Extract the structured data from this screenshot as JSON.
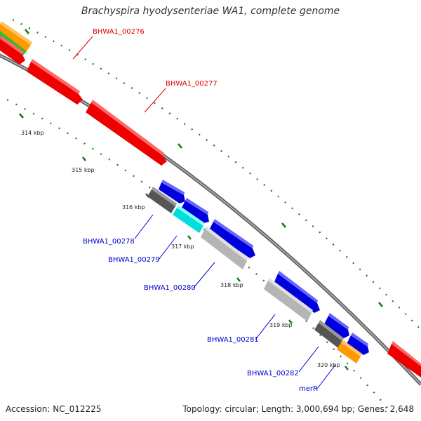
{
  "title": "Brachyspira hyodysenteriae WA1, complete genome",
  "footer": {
    "accession": "Accession: NC_012225",
    "summary": "Topology: circular; Length: 3,000,694 bp; Genes: 2,648"
  },
  "colors": {
    "backbone": "#7a7a7a",
    "tick_green": "#1a7a1a",
    "red_label": "#dd0000",
    "blue_label": "#0000cc"
  },
  "kbp_marks": [
    "314 kbp",
    "315 kbp",
    "316 kbp",
    "317 kbp",
    "318 kbp",
    "319 kbp",
    "320 kbp"
  ],
  "gene_labels": [
    {
      "text": "BHWA1_00276",
      "color": "red"
    },
    {
      "text": "BHWA1_00277",
      "color": "red"
    },
    {
      "text": "BHWA1_00278",
      "color": "blue"
    },
    {
      "text": "BHWA1_00279",
      "color": "blue"
    },
    {
      "text": "BHWA1_00280",
      "color": "blue"
    },
    {
      "text": "BHWA1_00281",
      "color": "blue"
    },
    {
      "text": "BHWA1_00282",
      "color": "blue"
    },
    {
      "text": "merR",
      "color": "blue"
    }
  ]
}
